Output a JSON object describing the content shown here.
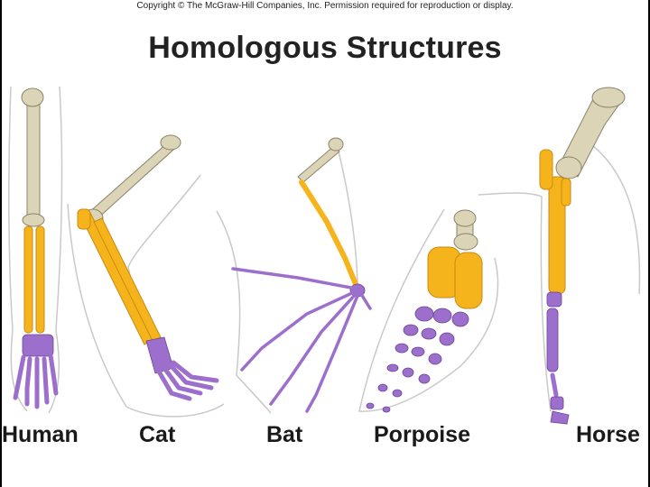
{
  "copyright": "Copyright © The McGraw-Hill Companies, Inc. Permission required for reproduction or display.",
  "title": "Homologous Structures",
  "labels": {
    "human": "Human",
    "cat": "Cat",
    "bat": "Bat",
    "porpoise": "Porpoise",
    "horse": "Horse"
  },
  "colors": {
    "humerus": "#d9d2b4",
    "radius_ulna": "#f5b21a",
    "carpals_phalanges": "#9b6cc9",
    "outline": "#c8c8c8"
  }
}
